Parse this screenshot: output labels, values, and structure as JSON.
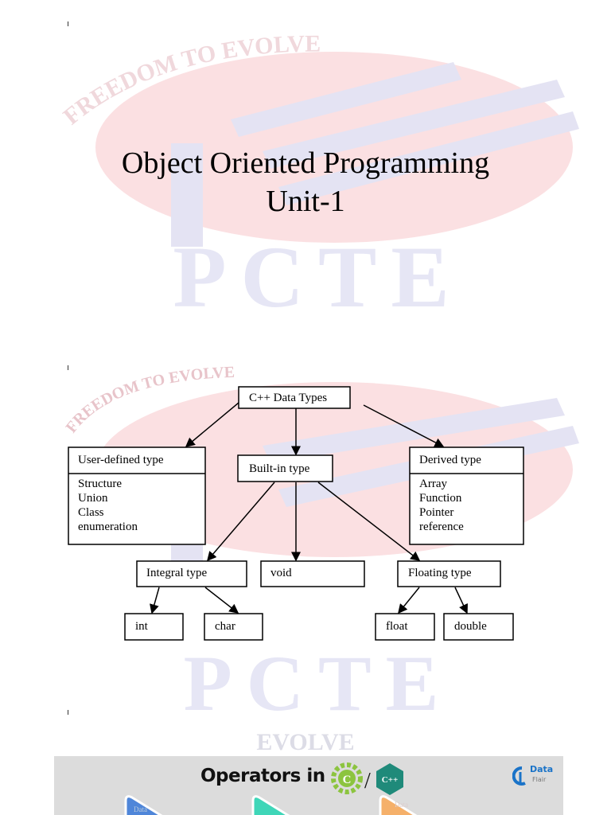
{
  "slides": [
    {
      "title_line1": "Object Oriented Programming",
      "title_line2": "Unit-1",
      "watermark": {
        "motto": "FREEDOM TO EVOLVE",
        "name": "PCTE"
      }
    },
    {
      "watermark": {
        "motto": "FREEDOM TO EVOLVE",
        "name": "PCTE"
      },
      "diagram": {
        "root": "C++ Data Types",
        "user_defined": {
          "title": "User-defined type",
          "items": [
            "Structure",
            "Union",
            "Class",
            "enumeration"
          ]
        },
        "built_in": "Built-in type",
        "derived": {
          "title": "Derived type",
          "items": [
            "Array",
            "Function",
            "Pointer",
            "reference"
          ]
        },
        "integral": "Integral type",
        "void": "void",
        "floating": "Floating type",
        "int": "int",
        "char": "char",
        "float": "float",
        "double": "double"
      }
    },
    {
      "watermark": {
        "motto": "EVOLVE"
      },
      "banner": {
        "title": "Operators in",
        "slash": "/",
        "c_logo": "C",
        "cpp_logo": "C++",
        "brand_top": "Data",
        "brand_bottom": "Flair",
        "card_text": "Data"
      },
      "colors": {
        "banner_bg": "#dcdcdc",
        "card1": "#4f86d9",
        "card2": "#3fd6b8",
        "card3": "#f5b06a"
      }
    }
  ]
}
